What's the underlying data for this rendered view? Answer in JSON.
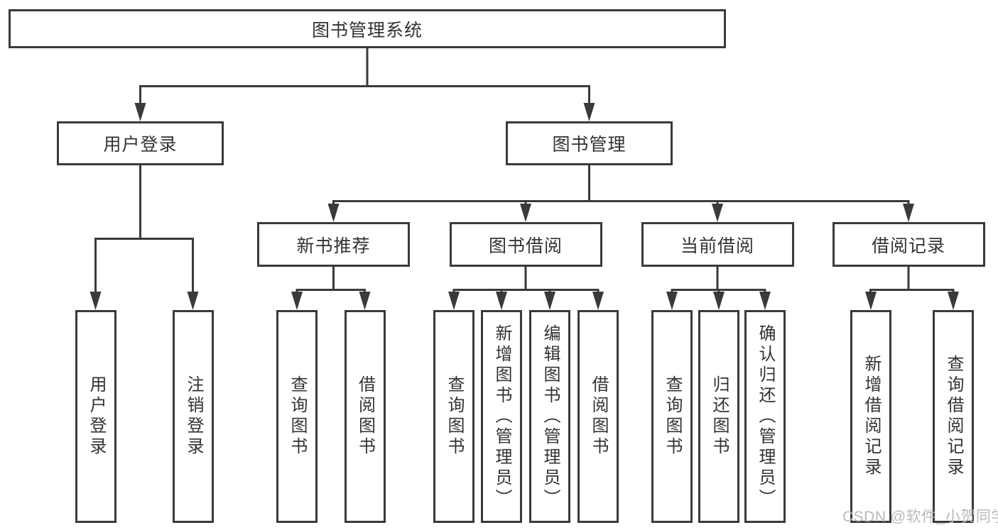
{
  "diagram": {
    "type": "hierarchy",
    "colors": {
      "line": "#3a3a3a",
      "box_border": "#3a3a3a",
      "text": "#333333",
      "background": "#ffffff",
      "watermark_text_color": "#b9b9b9"
    },
    "nodes": {
      "root": {
        "label": "图书管理系统"
      },
      "level2": [
        {
          "id": "user-login",
          "label": "用户登录"
        },
        {
          "id": "book-management",
          "label": "图书管理"
        }
      ],
      "level3": [
        {
          "id": "new-book-recommend",
          "label": "新书推荐",
          "parent": "图书管理"
        },
        {
          "id": "book-borrow",
          "label": "图书借阅",
          "parent": "图书管理"
        },
        {
          "id": "current-borrow",
          "label": "当前借阅",
          "parent": "图书管理"
        },
        {
          "id": "borrow-record",
          "label": "借阅记录",
          "parent": "图书管理"
        }
      ],
      "leaves": [
        {
          "label": "用户登录",
          "parent": "用户登录"
        },
        {
          "label": "注销登录",
          "parent": "用户登录"
        },
        {
          "label": "查询图书",
          "parent": "新书推荐"
        },
        {
          "label": "借阅图书",
          "parent": "新书推荐"
        },
        {
          "label": "查询图书",
          "parent": "图书借阅"
        },
        {
          "label": "新增图书（管理员）",
          "parent": "图书借阅"
        },
        {
          "label": "编辑图书（管理员）",
          "parent": "图书借阅"
        },
        {
          "label": "借阅图书",
          "parent": "图书借阅"
        },
        {
          "label": "查询图书",
          "parent": "当前借阅"
        },
        {
          "label": "归还图书",
          "parent": "当前借阅"
        },
        {
          "label": "确认归还（管理员）",
          "parent": "当前借阅"
        },
        {
          "label": "新增借阅记录",
          "parent": "借阅记录"
        },
        {
          "label": "查询借阅记录",
          "parent": "借阅记录"
        }
      ]
    },
    "watermark": {
      "text": "CSDN @软件_小贺同学"
    }
  }
}
